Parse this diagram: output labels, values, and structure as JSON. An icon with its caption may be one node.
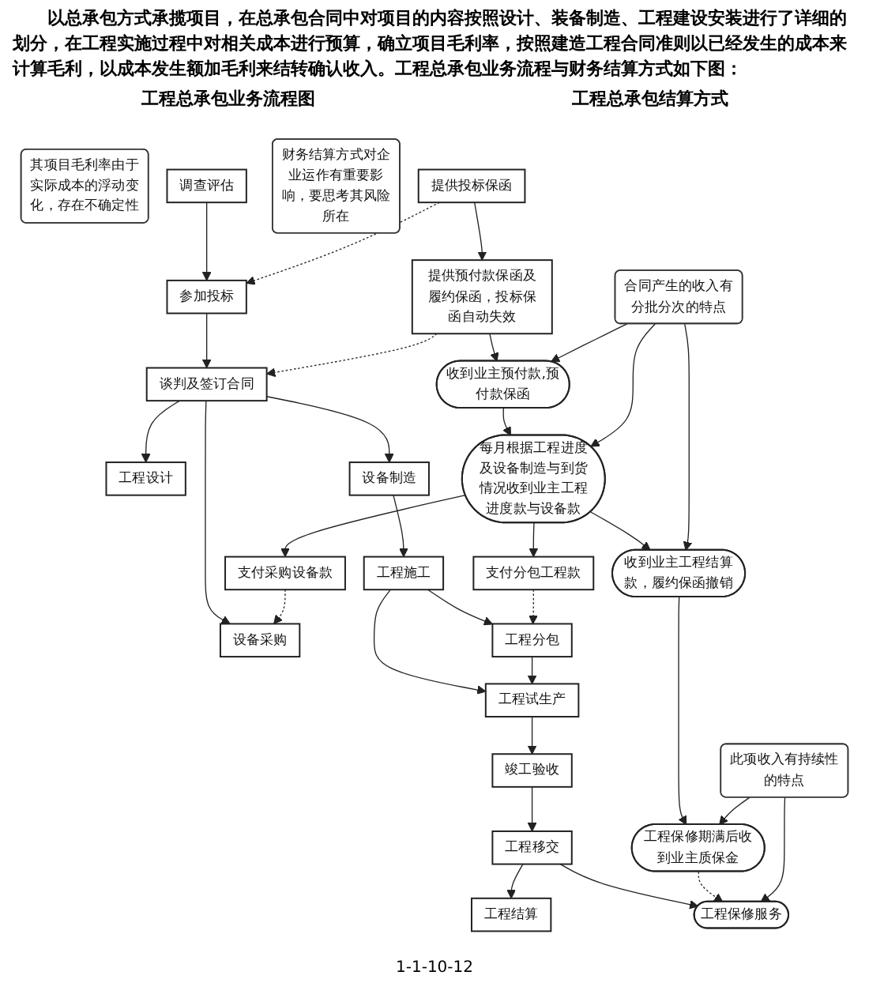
{
  "diagram": {
    "nodes": [
      {
        "text": [
          "其项目毛利率由于实际成本的浮动变化，存在不确定性"
        ]
      },
      {
        "text": [
          "调查评估"
        ]
      },
      {
        "text": [
          "参加投标"
        ]
      },
      {
        "text": [
          "谈判及签订合同"
        ]
      },
      {
        "text": [
          "工程设计"
        ]
      },
      {
        "text": [
          "设备制造"
        ]
      },
      {
        "text": [
          "设备采购"
        ]
      },
      {
        "text": [
          "工程施工"
        ]
      },
      {
        "text": [
          "工程分包"
        ]
      },
      {
        "text": [
          "财务结算方式对企业运作有重要影响，要思考其风险所在"
        ]
      },
      {
        "text": [
          "工程试生产"
        ]
      },
      {
        "text": [
          "竣工验收"
        ]
      },
      {
        "text": [
          "工程移交"
        ]
      },
      {
        "text": [
          "工程结算"
        ]
      },
      {
        "text": [
          "工程保修服务"
        ]
      },
      {
        "text": [
          "提供投标保函"
        ]
      },
      {
        "text": [
          "提供预付款保函及履约保函，投标保函自动失效"
        ]
      },
      {
        "text": [
          "合同产生的收入有分批分次的特点"
        ]
      },
      {
        "text": [
          "收到业主预付款,预付款保函"
        ]
      },
      {
        "text": [
          "每月根据工程进度及设备制造与到货情况收到业主工程进度款与设备款"
        ]
      },
      {
        "text": [
          "支付分包工程款"
        ]
      },
      {
        "text": [
          "支付采购设备款"
        ]
      },
      {
        "text": [
          "此项收入有持续性的特点"
        ]
      },
      {
        "text": [
          "收到业主工程结算款，履约保函撤销"
        ]
      },
      {
        "text": [
          "工程保修期满后收到业主质保金"
        ]
      }
    ],
    "edges": [
      {
        "from": 1,
        "to": 2,
        "arrow": "to"
      },
      {
        "from": 2,
        "to": 3,
        "arrow": "to"
      },
      {
        "from": 3,
        "to": 4,
        "arrow": "to"
      },
      {
        "from": 3,
        "to": 5,
        "arrow": "to"
      },
      {
        "from": 3,
        "to": 6,
        "arrow": "to"
      },
      {
        "from": 5,
        "to": 7,
        "arrow": "to"
      },
      {
        "from": 7,
        "to": 8,
        "arrow": "to"
      },
      {
        "from": 7,
        "to": 10,
        "arrow": "to"
      },
      {
        "from": 8,
        "to": 10,
        "arrow": "to"
      },
      {
        "from": 10,
        "to": 11,
        "arrow": "to"
      },
      {
        "from": 11,
        "to": 12,
        "arrow": "to"
      },
      {
        "from": 12,
        "to": 13,
        "arrow": "to"
      },
      {
        "from": 12,
        "to": 14,
        "arrow": "to"
      },
      {
        "from": 15,
        "to": 16,
        "arrow": "to"
      },
      {
        "from": 16,
        "to": 18,
        "arrow": "to"
      },
      {
        "from": 18,
        "to": 19,
        "arrow": "to"
      },
      {
        "from": 19,
        "to": 20,
        "arrow": "to"
      },
      {
        "from": 19,
        "to": 21,
        "arrow": "to"
      },
      {
        "from": 19,
        "to": 23,
        "arrow": "to"
      },
      {
        "from": 23,
        "to": 24,
        "arrow": "to"
      },
      {
        "from": 15,
        "to": 2,
        "arrow": "to",
        "style": "dashed"
      },
      {
        "from": 16,
        "to": 3,
        "arrow": "to",
        "style": "dashed"
      },
      {
        "from": 21,
        "to": 6,
        "arrow": "to",
        "style": "dashed"
      },
      {
        "from": 20,
        "to": 8,
        "arrow": "to",
        "style": "dashed"
      },
      {
        "from": 24,
        "to": 14,
        "arrow": "to",
        "style": "dashed"
      },
      {
        "from": 17,
        "to": 18,
        "arrow": "to"
      },
      {
        "from": 17,
        "to": 19,
        "arrow": "to"
      },
      {
        "from": 17,
        "to": 23,
        "arrow": "to"
      },
      {
        "from": 22,
        "to": 14,
        "arrow": "to"
      },
      {
        "from": 22,
        "to": 24,
        "arrow": "to"
      }
    ],
    "labels": [
      "以总承包方式承揽项目，在总承包合同中对项目的内容按照设计、装备制造、工程建设安装进行了详细的划分，在工程实施过程中对相关成本进行预算，确立项目毛利率，按照建造工程合同准则以已经发生的成本来计算毛利，以成本发生额加毛利来结转确认收入。工程总承包业务流程与财务结算方式如下图：",
      "工程总承包业务流程图",
      "工程总承包结算方式",
      "1-1-10-12"
    ]
  }
}
